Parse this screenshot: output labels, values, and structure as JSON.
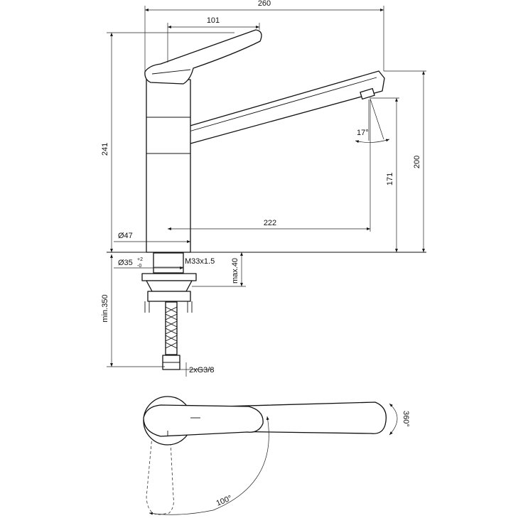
{
  "dimensions": {
    "overall_width": "260",
    "handle_width": "101",
    "total_height": "241",
    "spout_height_tip": "200",
    "spout_height_outlet": "171",
    "spout_reach": "222",
    "body_diameter": "Ø47",
    "hole_diameter": "Ø35",
    "hole_tolerance_upper": "+2",
    "hole_tolerance_lower": "-0",
    "thread": "M33x1.5",
    "max_deck_thickness": "max.40",
    "min_hose_length": "min.350",
    "connections": "2xG3/8",
    "aerator_angle": "17°",
    "handle_rotation": "100°",
    "spout_rotation": "360°"
  }
}
